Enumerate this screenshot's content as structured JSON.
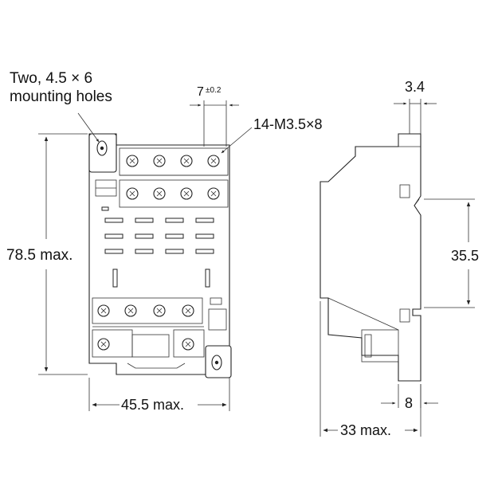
{
  "labels": {
    "mounting_holes_line1": "Two, 4.5 × 6",
    "mounting_holes_line2": "mounting holes",
    "pitch_value": "7",
    "pitch_tolerance": "±0.2",
    "terminal_spec": "14-M3.5×8",
    "height": "78.5 max.",
    "width": "45.5 max.",
    "side_top": "3.4",
    "rail_pitch": "35.5",
    "foot_width": "8",
    "depth": "33 max."
  }
}
